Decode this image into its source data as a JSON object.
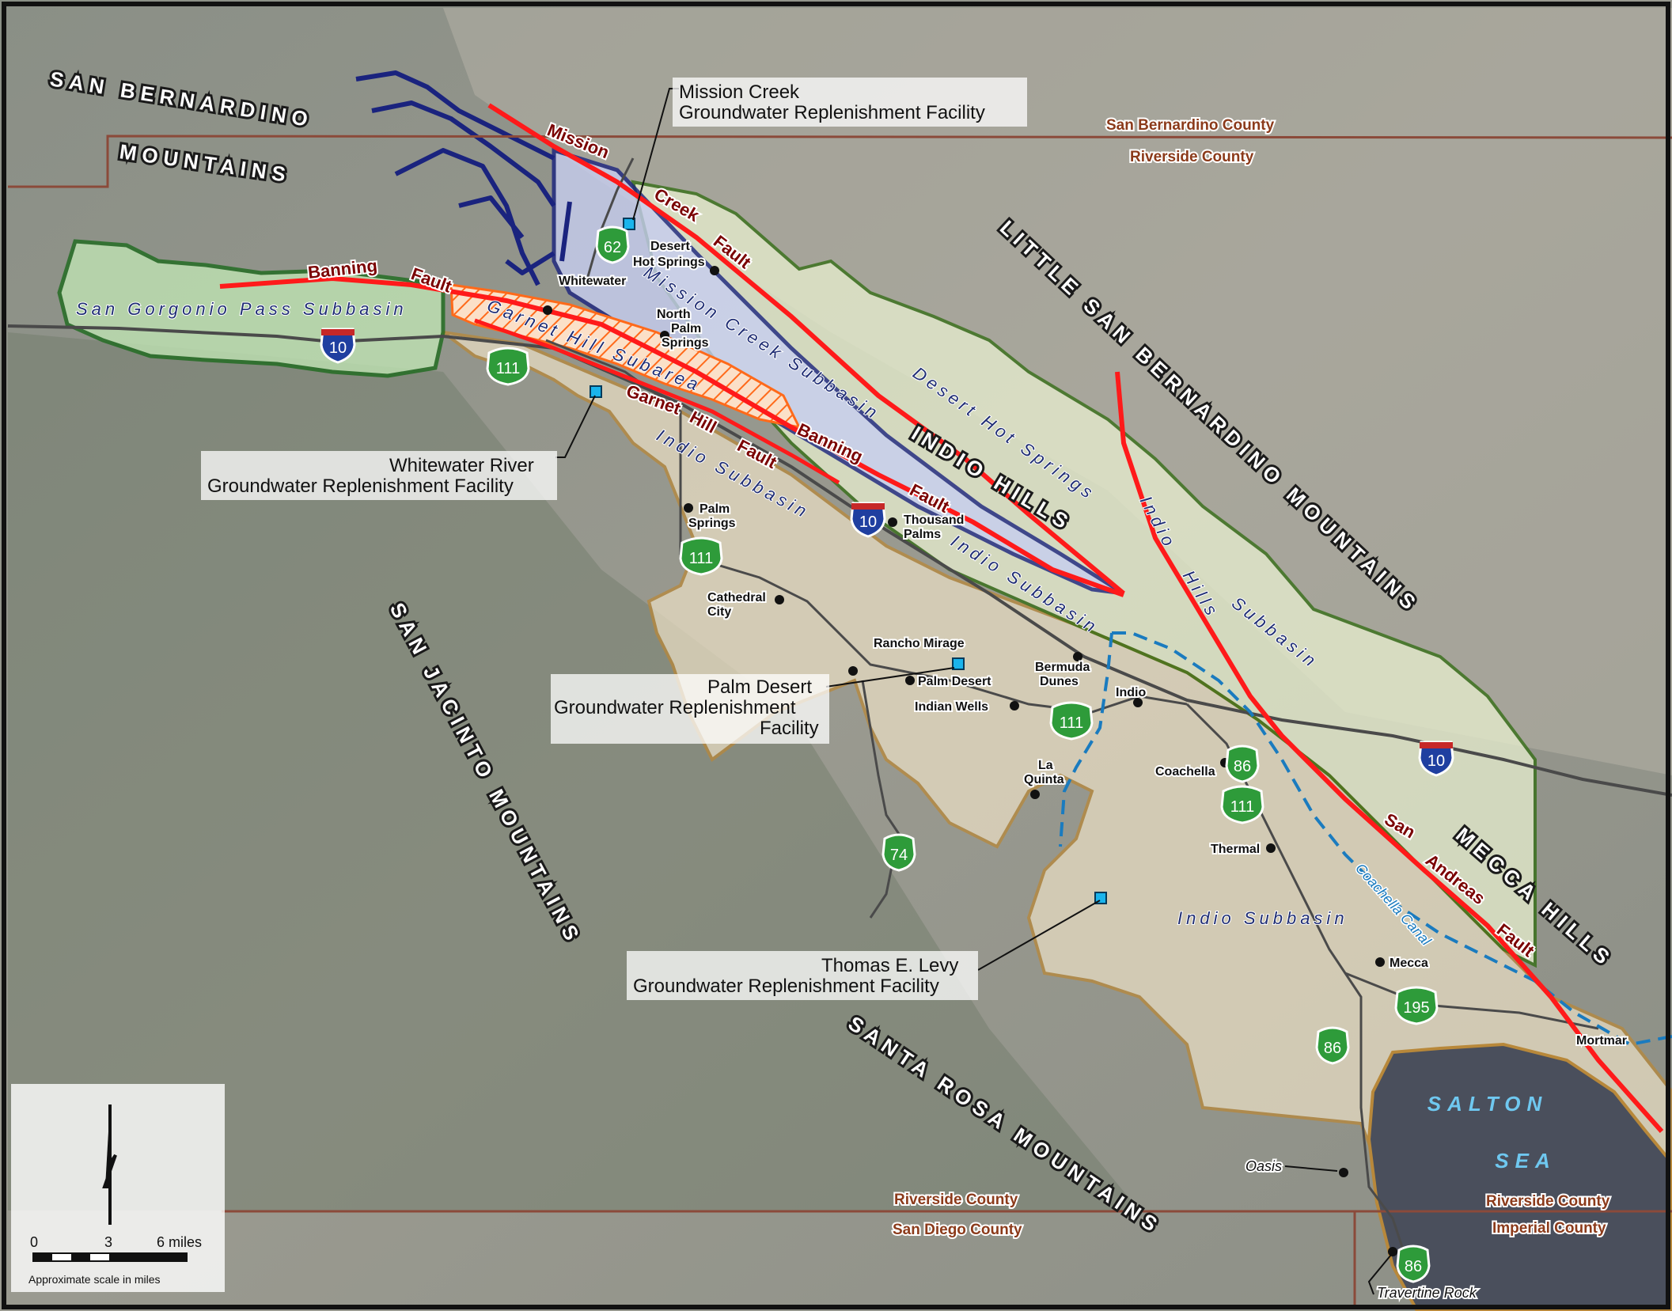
{
  "colors": {
    "fault": "#ff1a1a",
    "fault_label": "#7a0000",
    "mission_creek_subbasin": "#1a237e",
    "san_gorgonio_subbasin": "#1e6b1e",
    "desert_hot_springs_subbasin": "#2f6b0f",
    "indio_subbasin_boundary": "#b8883a",
    "county_line": "#8b4a3a",
    "highway": "#4a4a4a",
    "canal": "#1a7bbf",
    "salton_sea": "#4a4f5c"
  },
  "ranges": {
    "san_bernardino_1": "SAN BERNARDINO",
    "san_bernardino_2": "MOUNTAINS",
    "little_san_bernardino": "LITTLE SAN BERNARDINO MOUNTAINS",
    "san_jacinto": "SAN JACINTO MOUNTAINS",
    "santa_rosa": "SANTA ROSA MOUNTAINS",
    "indio_hills": "INDIO HILLS",
    "mecca_hills": "MECCA HILLS"
  },
  "subbasins": {
    "san_gorgonio": "San Gorgonio Pass Subbasin",
    "garnet_hill": "Garnet Hill Subarea",
    "mission_creek": "Mission Creek Subbasin",
    "desert_hot_springs": "Desert Hot Springs",
    "indio_a": "Indio Subbasin",
    "indio_b": "Indio Subbasin",
    "indio_c": "Indio Subbasin",
    "indio_hills_sub_1": "Indio",
    "indio_hills_sub_2": "Hills",
    "indio_hills_sub_3": "Subbasin"
  },
  "faults": {
    "mission_1": "Mission",
    "mission_2": "Creek",
    "mission_3": "Fault",
    "banning_1": "Banning",
    "banning_2": "Fault",
    "garnet_1": "Garnet",
    "garnet_2": "Hill",
    "garnet_3": "Fault",
    "banning_b1": "Banning",
    "banning_b2": "Fault",
    "san_andreas_1": "San",
    "san_andreas_2": "Andreas",
    "san_andreas_3": "Fault"
  },
  "cities": {
    "desert_hot_springs_1": "Desert",
    "desert_hot_springs_2": "Hot Springs",
    "whitewater": "Whitewater",
    "north_palm_springs_1": "North",
    "north_palm_springs_2": "Palm",
    "north_palm_springs_3": "Springs",
    "palm_springs_1": "Palm",
    "palm_springs_2": "Springs",
    "thousand_palms_1": "Thousand",
    "thousand_palms_2": "Palms",
    "cathedral_city_1": "Cathedral",
    "cathedral_city_2": "City",
    "rancho_mirage": "Rancho Mirage",
    "palm_desert": "Palm Desert",
    "indian_wells": "Indian Wells",
    "bermuda_dunes_1": "Bermuda",
    "bermuda_dunes_2": "Dunes",
    "indio": "Indio",
    "la_quinta_1": "La",
    "la_quinta_2": "Quinta",
    "coachella": "Coachella",
    "thermal": "Thermal",
    "mecca": "Mecca",
    "mortmar": "Mortmar",
    "oasis": "Oasis",
    "travertine_rock": "Travertine Rock"
  },
  "counties": {
    "sb_top": "San Bernardino County",
    "riv_top": "Riverside County",
    "riv_bottom": "Riverside County",
    "sd_bottom": "San Diego County",
    "riv_right": "Riverside County",
    "imp_right": "Imperial County"
  },
  "facilities": {
    "mission_creek_1": "Mission Creek",
    "mission_creek_2": "Groundwater Replenishment Facility",
    "whitewater_1": "Whitewater River",
    "whitewater_2": "Groundwater Replenishment Facility",
    "palm_desert_1": "Palm Desert",
    "palm_desert_2": "Groundwater Replenishment",
    "palm_desert_3": "Facility",
    "levy_1": "Thomas E. Levy",
    "levy_2": "Groundwater Replenishment Facility"
  },
  "highways": {
    "i10_a": "10",
    "i10_b": "10",
    "i10_c": "10",
    "sr62": "62",
    "sr111_a": "111",
    "sr111_b": "111",
    "sr111_c": "111",
    "sr111_d": "111",
    "sr86_a": "86",
    "sr86_b": "86",
    "sr86_c": "86",
    "sr74": "74",
    "sr195": "195"
  },
  "water": {
    "sea_1": "SALTON",
    "sea_2": "SEA",
    "canal": "Coachella Canal"
  },
  "scale": {
    "tick_0": "0",
    "tick_3": "3",
    "tick_6": "6 miles",
    "caption": "Approximate scale in miles"
  }
}
